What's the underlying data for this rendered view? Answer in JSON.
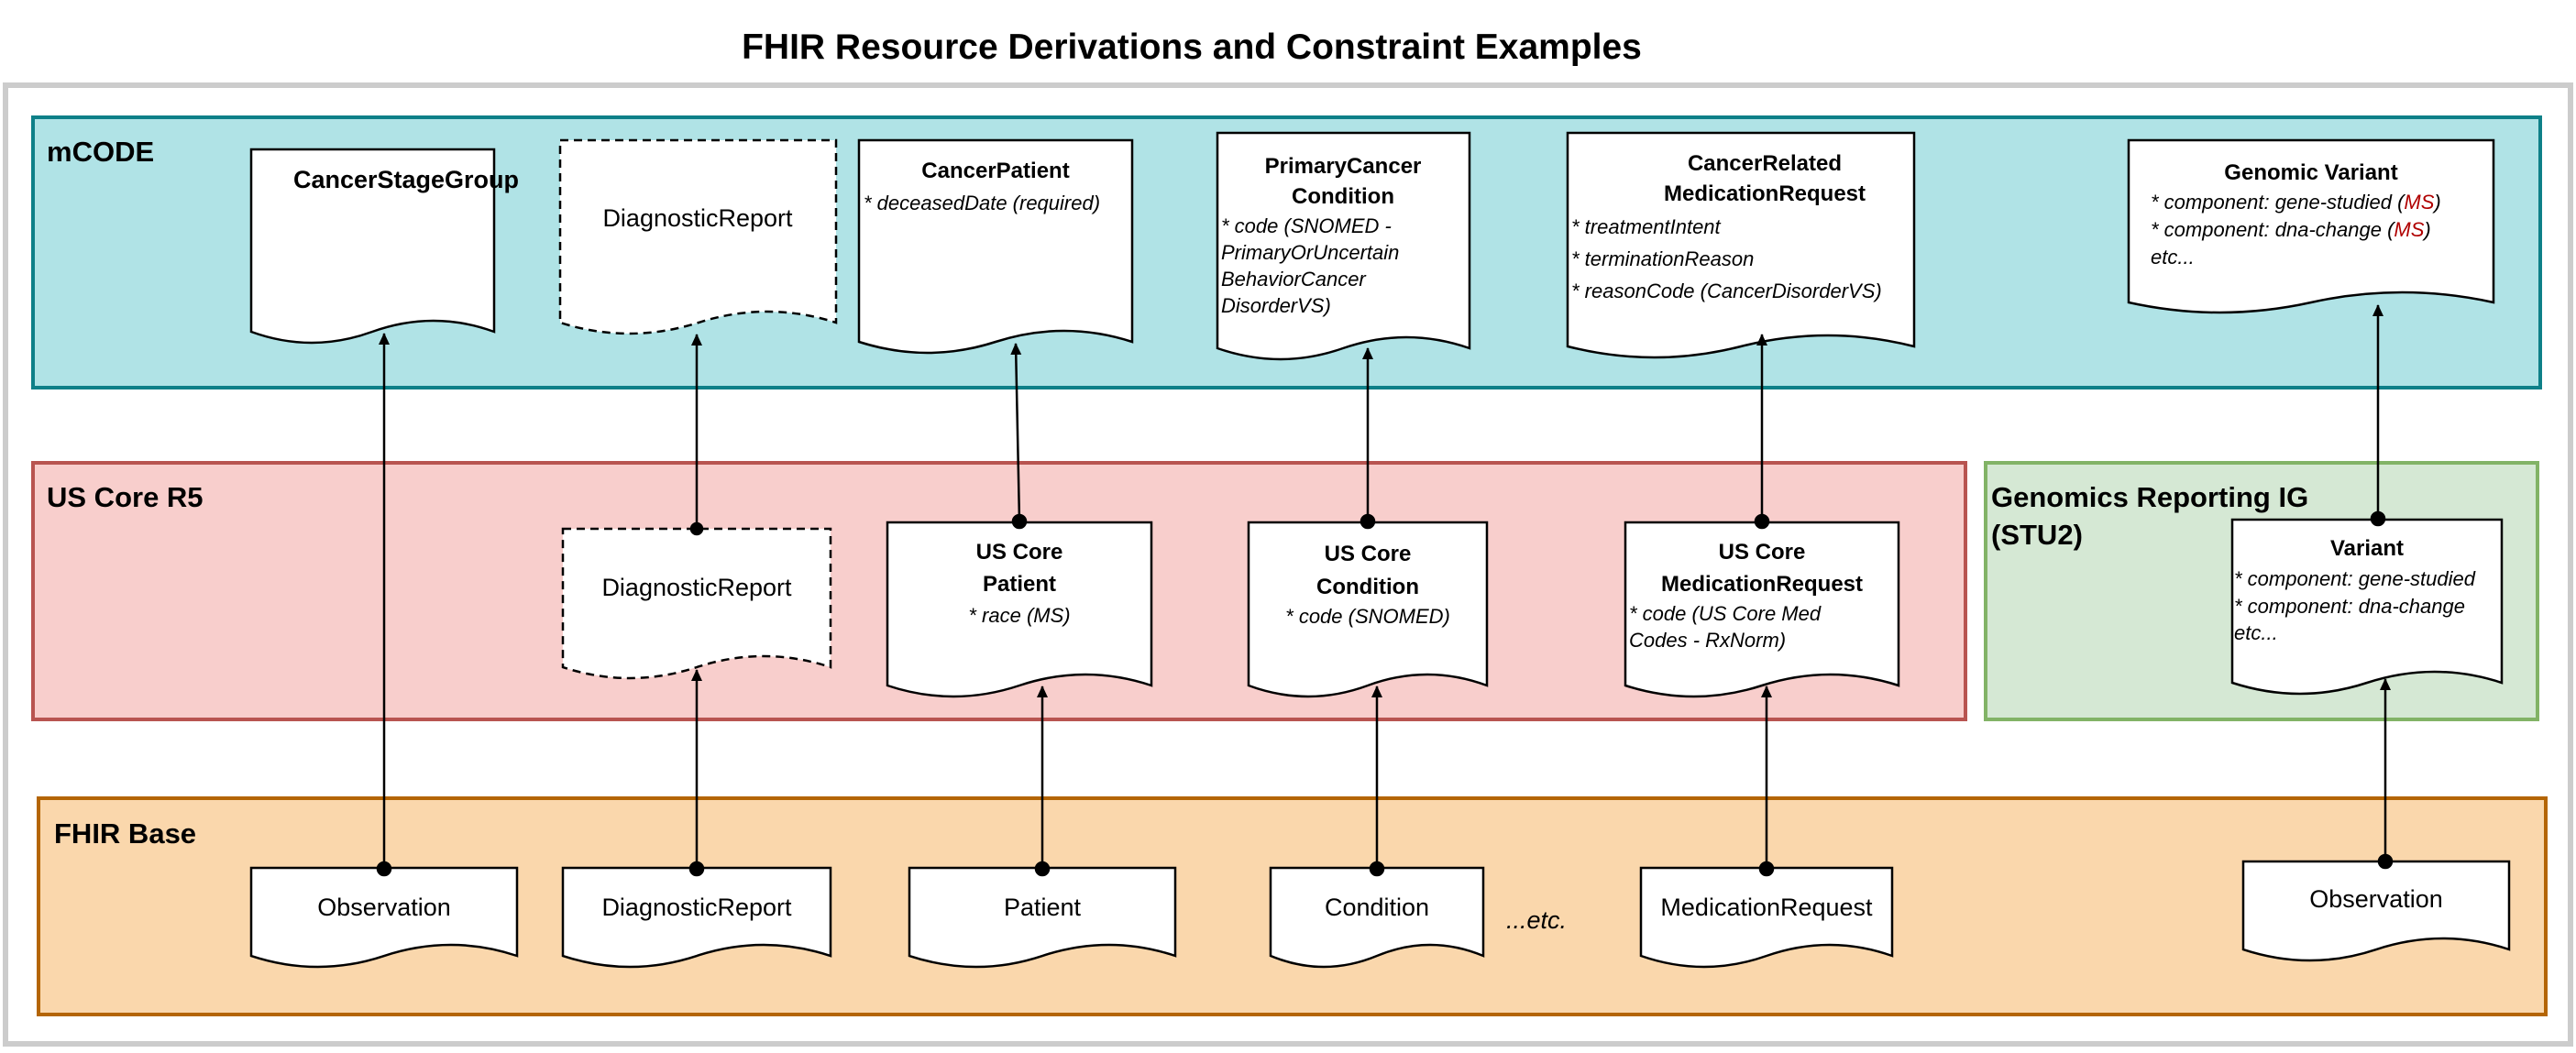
{
  "title": "FHIR Resource Derivations and Constraint Examples",
  "colors": {
    "mcode_fill": "#b0e3e6",
    "mcode_stroke": "#0e8088",
    "uscore_fill": "#f8cecc",
    "uscore_stroke": "#b85450",
    "genomics_fill": "#d5e8d4",
    "genomics_stroke": "#82b366",
    "base_fill": "#fad7ac",
    "base_stroke": "#b46504",
    "ms_red": "#b00000"
  },
  "bands": {
    "mcode": "mCODE",
    "uscore": "US Core R5",
    "genomics_line1": "Genomics Reporting IG",
    "genomics_line2": "(STU2)",
    "base": "FHIR Base"
  },
  "mcode": {
    "cancer_stage_group": {
      "title": "CancerStageGroup"
    },
    "diagnostic_report": {
      "title": "DiagnosticReport"
    },
    "cancer_patient": {
      "title": "CancerPatient",
      "attr1": "* deceasedDate (required)"
    },
    "primary_cancer_condition": {
      "title1": "PrimaryCancer",
      "title2": "Condition",
      "attr1": "* code (SNOMED -",
      "attr2": "PrimaryOrUncertain",
      "attr3": "BehaviorCancer",
      "attr4": "DisorderVS)"
    },
    "cancer_related_medication_request": {
      "title1": "CancerRelated",
      "title2": "MedicationRequest",
      "attr1": "* treatmentIntent",
      "attr2": "* terminationReason",
      "attr3": "* reasonCode (CancerDisorderVS)"
    },
    "genomic_variant": {
      "title": "Genomic Variant",
      "attr1_pre": "* component: gene-studied (",
      "attr1_ms": "MS",
      "attr1_post": ")",
      "attr2_pre": "* component: dna-change (",
      "attr2_ms": "MS",
      "attr2_post": ")",
      "attr3": "etc..."
    }
  },
  "uscore": {
    "diagnostic_report": {
      "title": "DiagnosticReport"
    },
    "patient": {
      "title1": "US Core",
      "title2": "Patient",
      "attr1": "* race (MS)"
    },
    "condition": {
      "title1": "US Core",
      "title2": "Condition",
      "attr1": "* code (SNOMED)"
    },
    "medication_request": {
      "title1": "US Core",
      "title2": "MedicationRequest",
      "attr1": "* code (US Core Med",
      "attr2": "Codes - RxNorm)"
    }
  },
  "genomics": {
    "variant": {
      "title": "Variant",
      "attr1": "* component: gene-studied",
      "attr2": "* component: dna-change",
      "attr3": "etc..."
    }
  },
  "base": {
    "observation": "Observation",
    "diagnostic_report": "DiagnosticReport",
    "patient": "Patient",
    "condition": "Condition",
    "etc": "...etc.",
    "medication_request": "MedicationRequest",
    "observation_genomic": "Observation"
  }
}
